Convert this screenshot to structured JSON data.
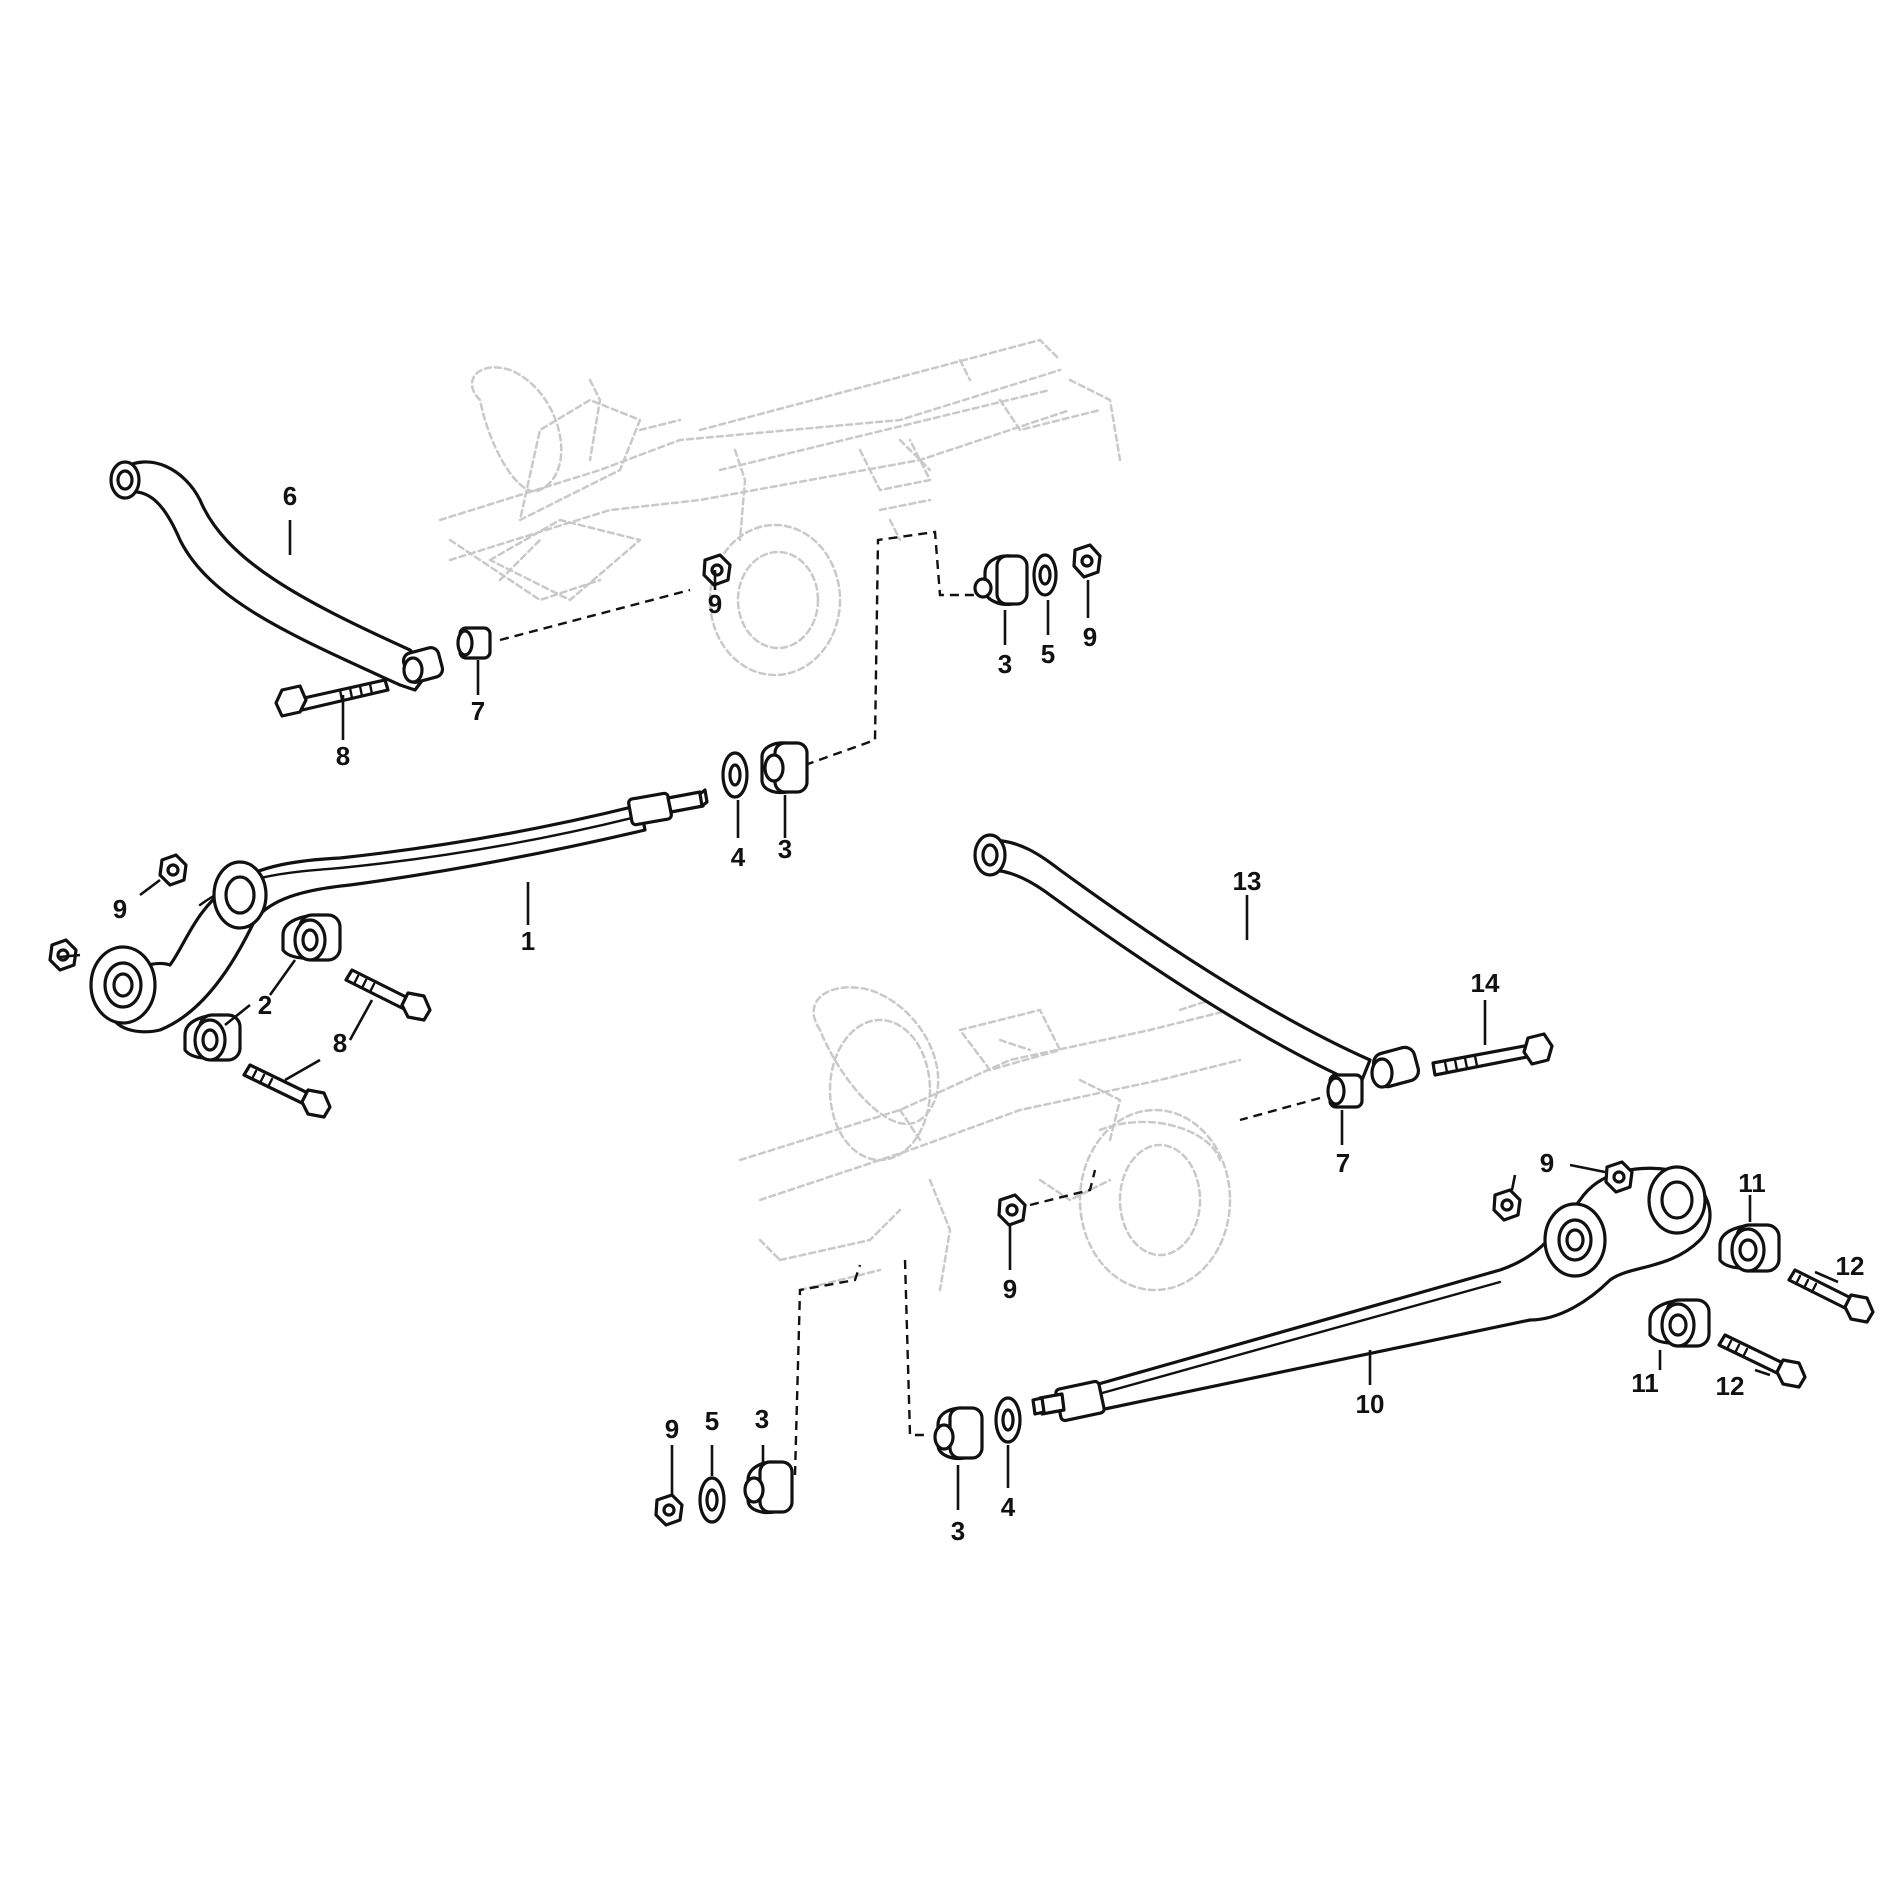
{
  "colors": {
    "line": "#111111",
    "ghost": "#c9c9c9",
    "background": "#ffffff"
  },
  "callouts": {
    "c1": "1",
    "c2": "2",
    "c3a": "3",
    "c3b": "3",
    "c3c": "3",
    "c3d": "3",
    "c4a": "4",
    "c4b": "4",
    "c5a": "5",
    "c5b": "5",
    "c6": "6",
    "c7a": "7",
    "c7b": "7",
    "c8a": "8",
    "c8b": "8",
    "c9a": "9",
    "c9b": "9",
    "c9c": "9",
    "c9d": "9",
    "c9e": "9",
    "c9f": "9",
    "c10": "10",
    "c11a": "11",
    "c11b": "11",
    "c12a": "12",
    "c12b": "12",
    "c13": "13",
    "c14": "14"
  }
}
